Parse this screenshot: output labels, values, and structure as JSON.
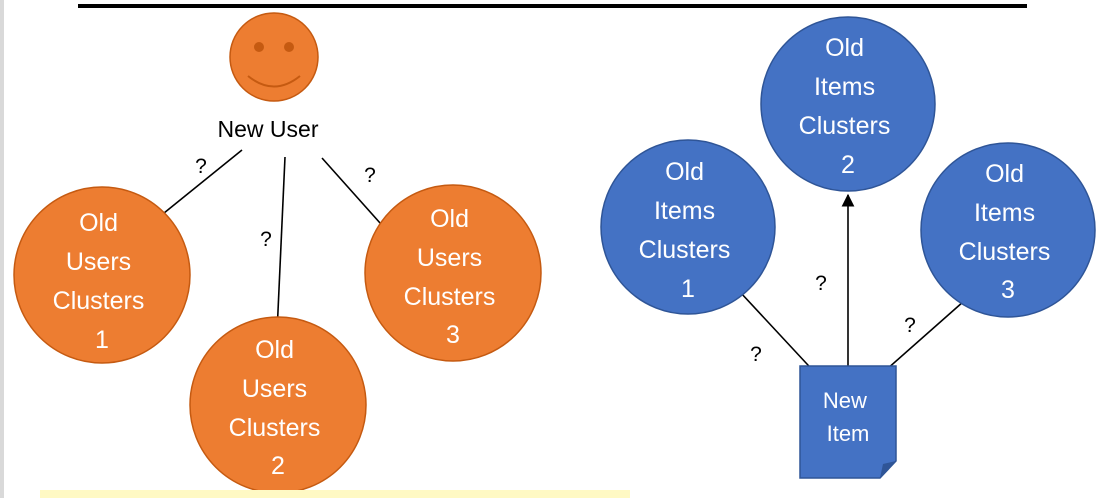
{
  "colors": {
    "user_fill": "#ed7d31",
    "user_stroke": "#c55a11",
    "item_fill": "#4472c4",
    "item_stroke": "#2f5597",
    "line": "#000000",
    "highlight_strip": "#fff9c4"
  },
  "icons": [
    "smiley-face-icon",
    "document-icon"
  ],
  "new_user": {
    "label": "New User"
  },
  "user_edges": {
    "q1": "?",
    "q2": "?",
    "q3": "?"
  },
  "user_clusters": [
    {
      "lines": [
        "Old",
        "Users",
        "Clusters",
        "1"
      ]
    },
    {
      "lines": [
        "Old",
        "Users",
        "Clusters",
        "2"
      ]
    },
    {
      "lines": [
        "Old",
        "Users",
        "Clusters",
        "3"
      ]
    }
  ],
  "new_item": {
    "lines": [
      "New",
      "Item"
    ]
  },
  "item_edges": {
    "q1": "?",
    "q2": "?",
    "q3": "?"
  },
  "item_clusters": [
    {
      "lines": [
        "Old",
        "Items",
        "Clusters",
        "1"
      ]
    },
    {
      "lines": [
        "Old",
        "Items",
        "Clusters",
        "2"
      ]
    },
    {
      "lines": [
        "Old",
        "Items",
        "Clusters",
        "3"
      ]
    }
  ]
}
